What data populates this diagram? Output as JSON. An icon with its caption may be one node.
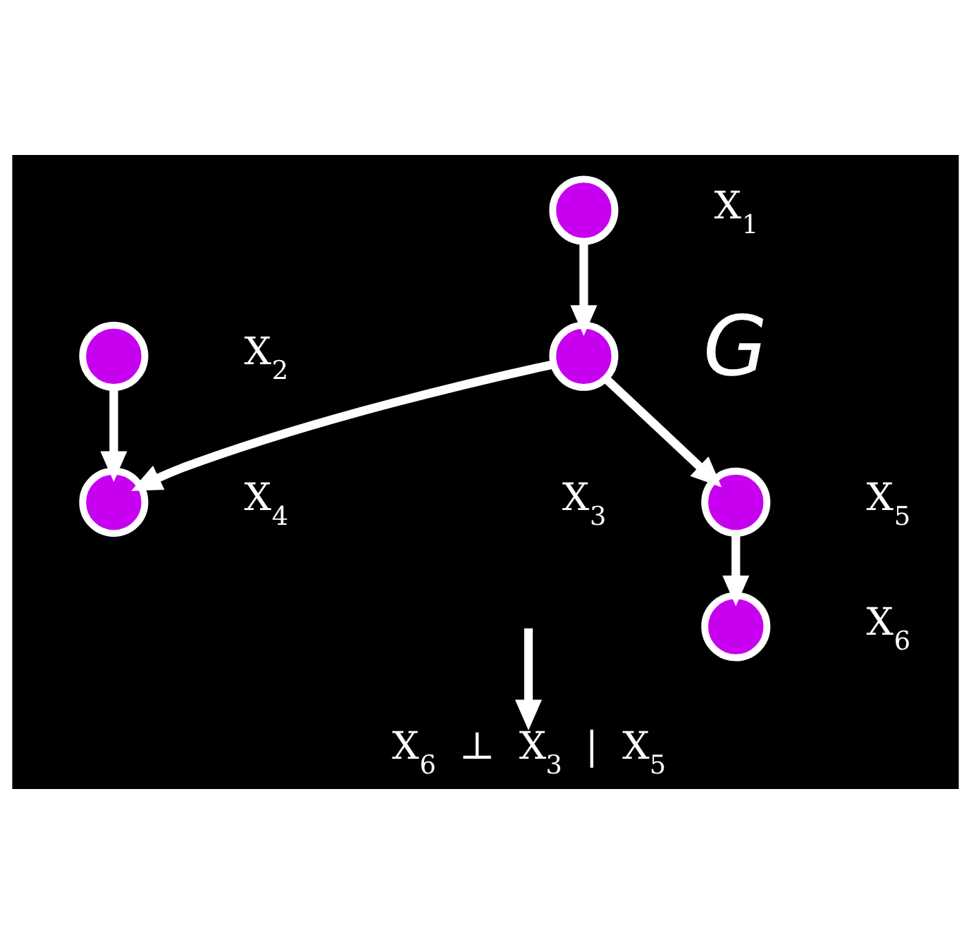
{
  "diagram": {
    "nodes": [
      {
        "text": [],
        "shape": "circle",
        "beside": [
          "X$_{1}$"
        ]
      },
      {
        "text": [],
        "shape": "circle",
        "beside": [
          "X$_{2}$"
        ]
      },
      {
        "text": [],
        "shape": "circle",
        "beside": [
          "X$_{3}$"
        ]
      },
      {
        "text": [],
        "shape": "circle",
        "beside": [
          "X$_{5}$"
        ]
      },
      {
        "text": [],
        "shape": "circle",
        "beside": [
          "X$_{4}$"
        ]
      },
      {
        "text": [],
        "shape": "circle",
        "beside": [
          "X$_{6}$"
        ]
      },
      {
        "text": [
          "X$_{6}$ ⊥ X$_{3}$ | X$_{5}$"
        ]
      }
    ],
    "edges": [
      {
        "from": 0,
        "to": 2,
        "arrow": "to"
      },
      {
        "from": 2,
        "to": 3,
        "arrow": "to"
      },
      {
        "from": 2,
        "to": 4,
        "arrow": "to"
      },
      {
        "from": 1,
        "to": 4,
        "arrow": "to"
      },
      {
        "from": 3,
        "to": 5,
        "arrow": "to"
      },
      {
        "from": null,
        "to": 6,
        "arrow": "to"
      }
    ],
    "labels": [
      "G"
    ]
  }
}
